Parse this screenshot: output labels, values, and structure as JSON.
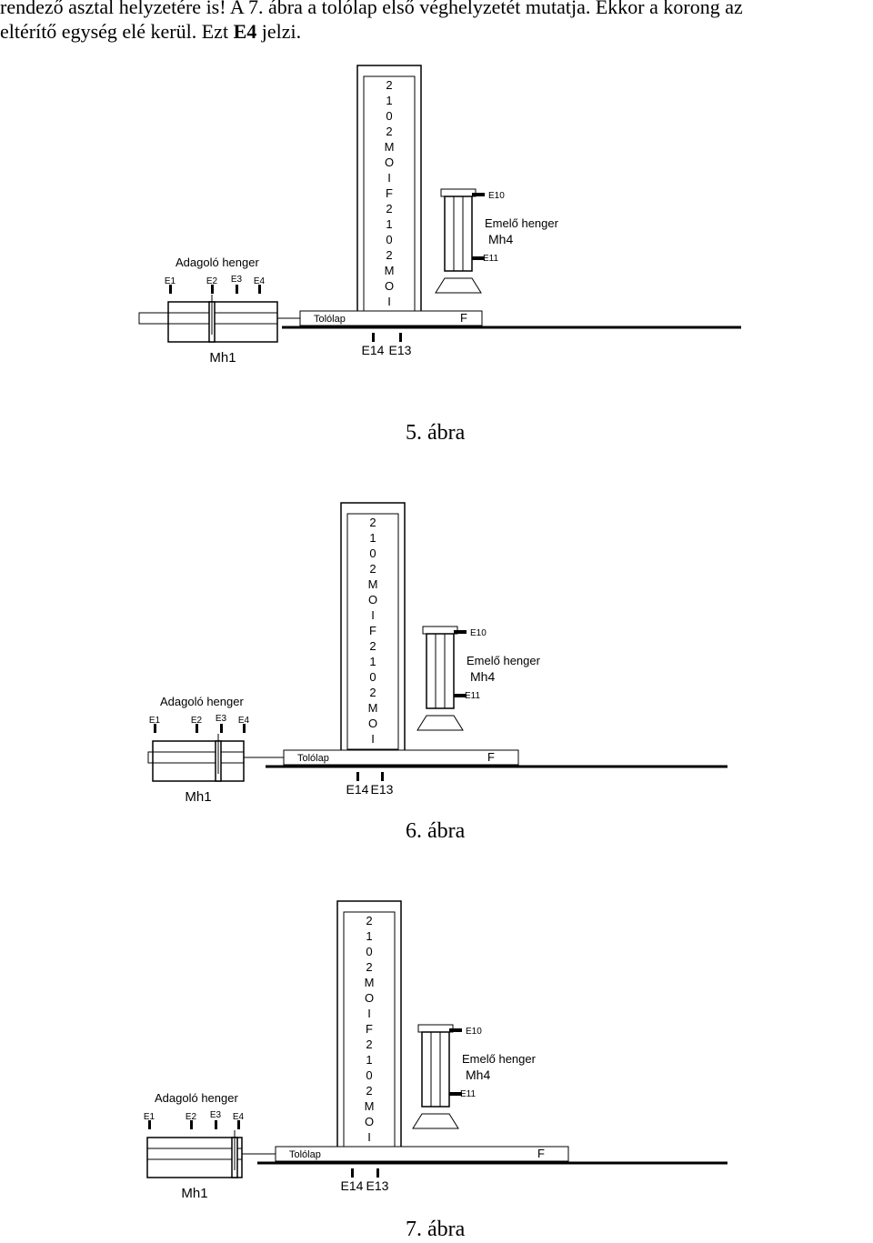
{
  "intro": {
    "line1": "rendező asztal helyzetére is! A 7. ábra a tolólap első véghelyzetét mutatja. Ekkor a korong az",
    "line2_a": "eltérítő egység elé kerül. Ezt ",
    "line2_bold": "E4",
    "line2_b": " jelzi."
  },
  "labels": {
    "adagolo": "Adagoló henger",
    "emelo": "Emelő henger",
    "mh4": "Mh4",
    "mh1": "Mh1",
    "tololap": "Tolólap",
    "e1": "E1",
    "e2": "E2",
    "e3": "E3",
    "e4": "E4",
    "e10": "E10",
    "e11": "E11",
    "e13": "E13",
    "e14": "E14",
    "f": "F"
  },
  "stack": [
    "2",
    "1",
    "0",
    "2",
    "M",
    "O",
    "I",
    "F",
    "2",
    "1",
    "0",
    "2",
    "M",
    "O",
    "I"
  ],
  "figures": [
    {
      "caption": "5. ábra",
      "plate": "F"
    },
    {
      "caption": "6. ábra",
      "plate": "F"
    },
    {
      "caption": "7. ábra",
      "plate": "F"
    }
  ]
}
